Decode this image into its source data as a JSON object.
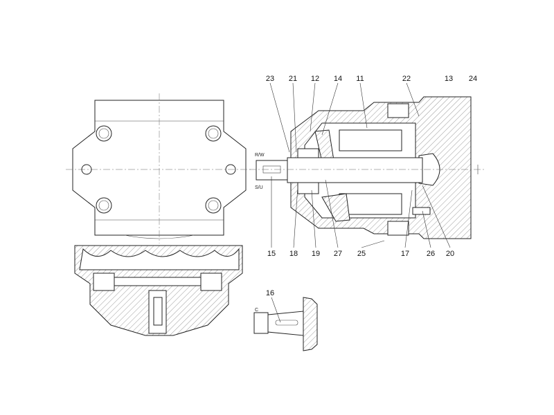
{
  "callouts": {
    "top": [
      "23",
      "21",
      "12",
      "14",
      "11",
      "22",
      "13",
      "24"
    ],
    "bottom": [
      "15",
      "18",
      "19",
      "27",
      "25",
      "17",
      "26",
      "20"
    ],
    "shaft_detail": "16"
  },
  "port_labels": {
    "rw": "R/W",
    "su": "S/U",
    "c": "C"
  },
  "colors": {
    "line": "#222222",
    "background": "#ffffff"
  }
}
